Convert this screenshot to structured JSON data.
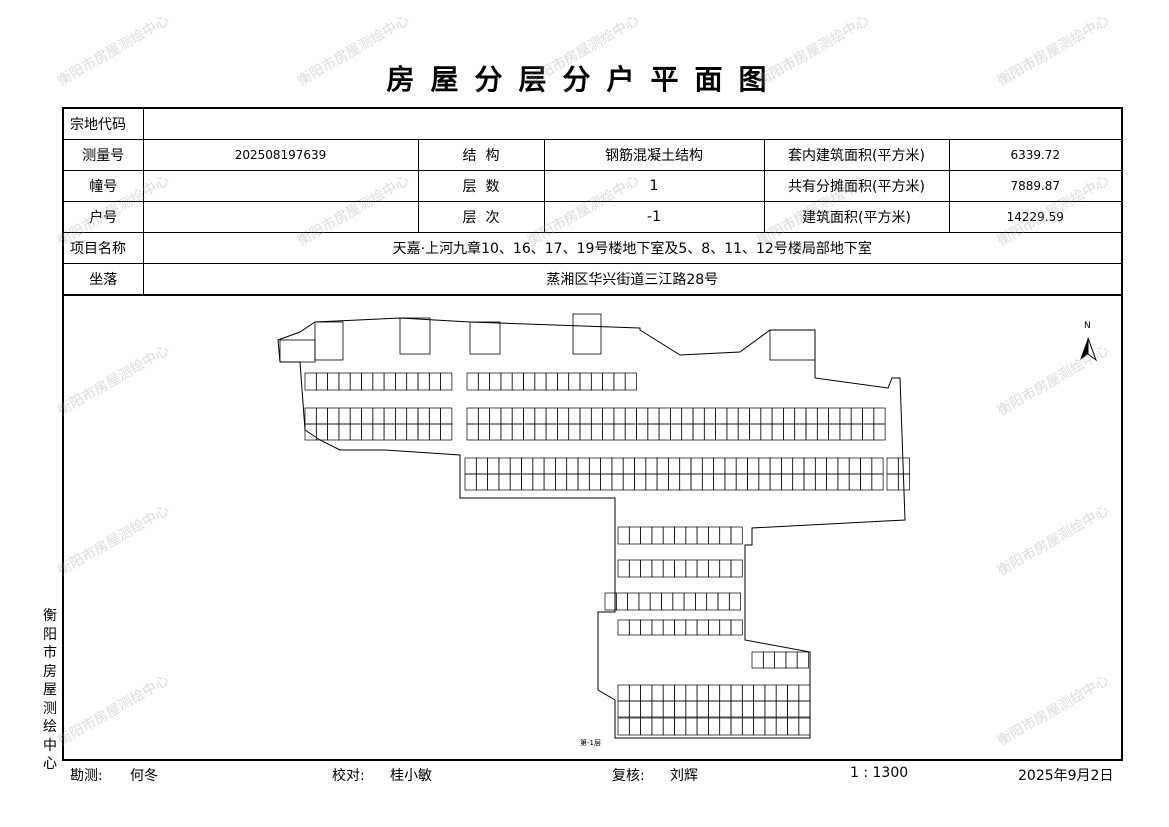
{
  "title": "房屋分层分户平面图",
  "table": {
    "land_code_label": "宗地代码",
    "land_code": "",
    "survey_no_label": "测量号",
    "survey_no": "202508197639",
    "structure_label": "结  构",
    "structure": "钢筋混凝土结构",
    "inner_area_label": "套内建筑面积(平方米)",
    "inner_area": "6339.72",
    "building_label": "幢号",
    "building": "",
    "floors_label": "层  数",
    "floors": "1",
    "shared_area_label": "共有分摊面积(平方米)",
    "shared_area": "7889.87",
    "unit_label": "户号",
    "unit": "",
    "floor_level_label": "层  次",
    "floor_level": "-1",
    "total_area_label": "建筑面积(平方米)",
    "total_area": "14229.59",
    "project_label": "项目名称",
    "project": "天嘉·上河九章10、16、17、19号楼地下室及5、8、11、12号楼局部地下室",
    "location_label": "坐落",
    "location": "蒸湘区华兴街道三江路28号"
  },
  "plan": {
    "north": "N",
    "floor_caption": "第-1层"
  },
  "side_text": [
    "衡",
    "阳",
    "市",
    "房",
    "屋",
    "测",
    "绘",
    "中",
    "心"
  ],
  "footer": {
    "surveyor_label": "勘测:",
    "surveyor": "何冬",
    "checker_label": "校对:",
    "checker": "桂小敏",
    "reviewer_label": "复核:",
    "reviewer": "刘辉",
    "scale": "1 : 1300",
    "date": "2025年9月2日"
  },
  "watermark": "衡阳市房屋测绘中心"
}
